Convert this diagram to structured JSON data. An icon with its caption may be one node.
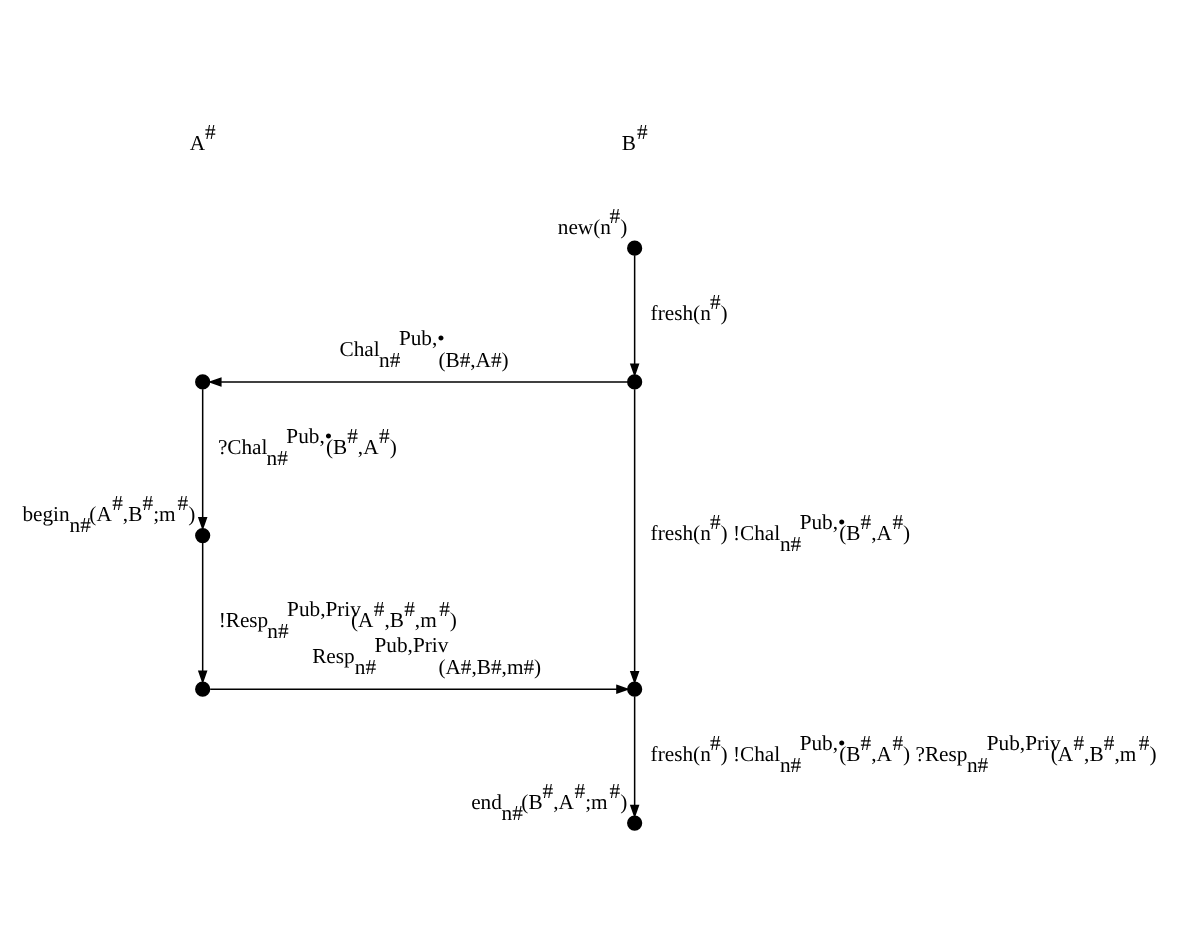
{
  "diagram": {
    "nodes": [
      {
        "text": [],
        "shape": "circle",
        "beside": [
          "new(n$^{#}$)"
        ]
      },
      {
        "text": [],
        "shape": "circle"
      },
      {
        "text": [],
        "shape": "circle"
      },
      {
        "text": [],
        "shape": "circle",
        "beside": [
          "begin$_{n#}$(A$^{#}$,B$^{#}$;m$^{#}$)"
        ]
      },
      {
        "text": [],
        "shape": "circle"
      },
      {
        "text": [],
        "shape": "circle"
      },
      {
        "text": [],
        "shape": "circle",
        "beside": [
          "end$_{n#}$(B$^{#}$,A$^{#}$;m$^{#}$)"
        ]
      }
    ],
    "edges": [
      {
        "from": 0,
        "to": 2,
        "arrow": "to",
        "label": "fresh(n$^{#}$)"
      },
      {
        "from": 2,
        "to": 1,
        "arrow": "to",
        "label": "Chal$_{n#}$$^{Pub,•}$$_{(B#,A#)}$"
      },
      {
        "from": 1,
        "to": 3,
        "arrow": "to",
        "label": "?Chal$_{n#}$$^{Pub,•}$(B$^{#}$,A$^{#}$)"
      },
      {
        "from": 3,
        "to": 4,
        "arrow": "to",
        "label": "!Resp$_{n#}$$^{Pub,Priv}$(A$^{#}$,B$^{#}$,m$^{#}$)"
      },
      {
        "from": 2,
        "to": 5,
        "arrow": "to",
        "label": "fresh(n$^{#}$) !Chal$_{n#}$$^{Pub,•}$(B$^{#}$,A$^{#}$)"
      },
      {
        "from": 4,
        "to": 5,
        "arrow": "to",
        "label": "Resp$_{n#}$$^{Pub,Priv}$$_{(A#,B#,m#)}$"
      },
      {
        "from": 5,
        "to": 6,
        "arrow": "to",
        "label": "fresh(n$^{#}$) !Chal$_{n#}$$^{Pub,•}$(B$^{#}$,A$^{#}$) ?Resp$_{n#}$$^{Pub,Priv}$(A$^{#}$,B$^{#}$,m$^{#}$)"
      }
    ],
    "labels": [
      "A$^{#}$",
      "B$^{#}$"
    ]
  }
}
